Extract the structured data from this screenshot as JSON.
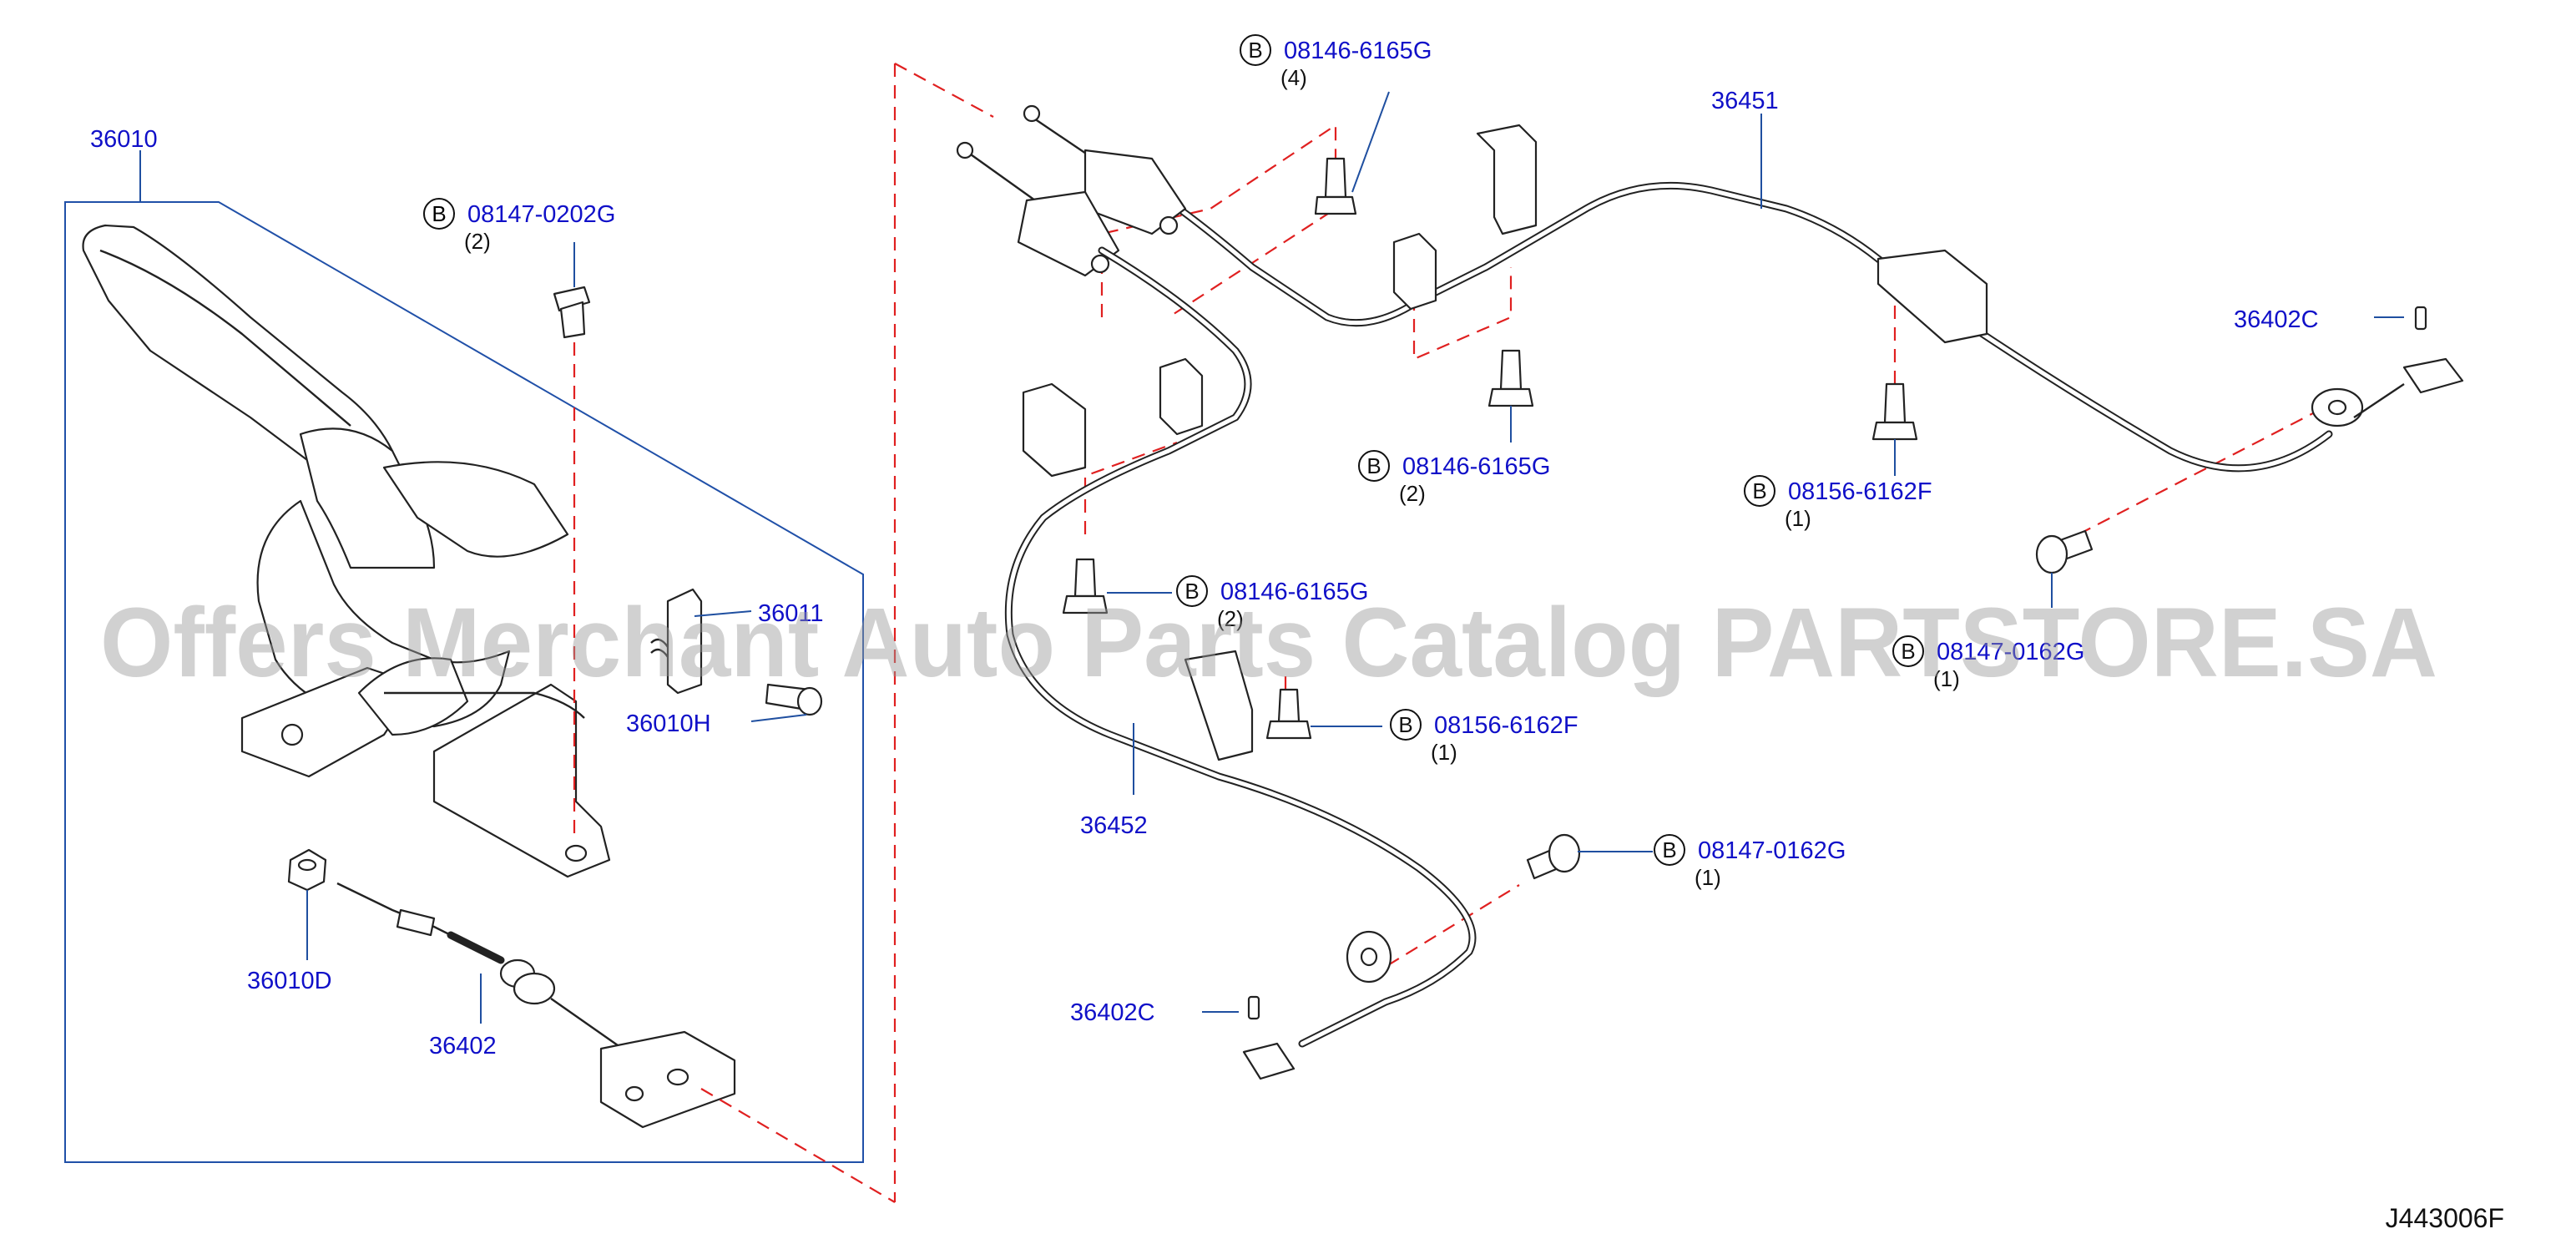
{
  "watermark": "Offers Merchant Auto Parts Catalog PARTSTORE.SA",
  "diagram_code": "J443006F",
  "callouts": {
    "p36010": "36010",
    "p36011": "36011",
    "p36010H": "36010H",
    "p36010D": "36010D",
    "p36402": "36402",
    "p36451": "36451",
    "p36452": "36452",
    "p36402C_right": "36402C",
    "p36402C_left": "36402C"
  },
  "bolts": [
    {
      "circle": "B",
      "part": "08147-0202G",
      "qty": "(2)"
    },
    {
      "circle": "B",
      "part": "08146-6165G",
      "qty": "(4)"
    },
    {
      "circle": "B",
      "part": "08146-6165G",
      "qty": "(2)"
    },
    {
      "circle": "B",
      "part": "08156-6162F",
      "qty": "(1)"
    },
    {
      "circle": "B",
      "part": "08146-6165G",
      "qty": "(2)"
    },
    {
      "circle": "B",
      "part": "08147-0162G",
      "qty": "(1)"
    },
    {
      "circle": "B",
      "part": "08156-6162F",
      "qty": "(1)"
    },
    {
      "circle": "B",
      "part": "08147-0162G",
      "qty": "(1)"
    }
  ],
  "colors": {
    "label": "#1010c8",
    "leader": "#1f4fa0",
    "dashed_guide": "#e02020",
    "linework": "#222222"
  }
}
